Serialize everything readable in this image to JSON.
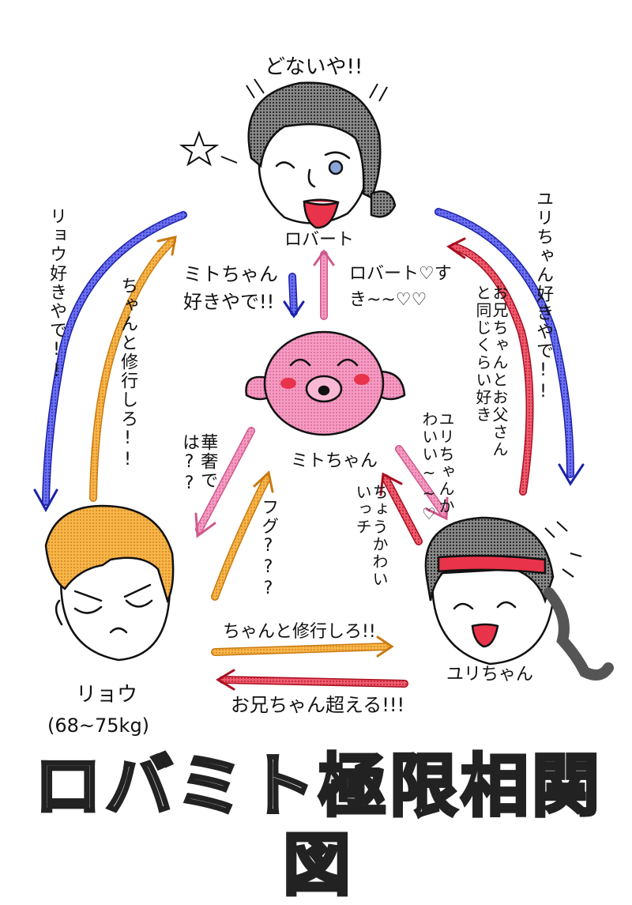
{
  "title": "ロバミト極限相関図",
  "characters": {
    "robert": {
      "name": "ロバート",
      "shout": "どないや!!"
    },
    "mito": {
      "name": "ミトちゃん"
    },
    "ryo": {
      "name": "リョウ",
      "weight": "(68~75kg)"
    },
    "yuri": {
      "name": "ユリちゃん"
    }
  },
  "relations": {
    "robert_to_mito": "ミトちゃん好きやで!!",
    "mito_to_robert": "ロバート♡すき~~♡♡",
    "robert_to_ryo": "リョウ好きやで!!",
    "ryo_to_robert": "ちゃんと修行しろ!!",
    "robert_to_yuri": "ユリちゃん好きやで!!",
    "yuri_to_robert": "お兄ちゃんとお父さんと同じくらい好き",
    "mito_to_ryo": "華奢では??",
    "ryo_to_mito": "フグ???",
    "mito_to_yuri": "ユリちゃんかわいい~~♡",
    "yuri_to_mito": "ちょうかわいいっチ",
    "ryo_to_yuri": "ちゃんと修行しろ!!",
    "yuri_to_ryo": "お兄ちゃん超える!!!"
  },
  "colors": {
    "blue": "#3a3fd0",
    "orange": "#f2a33a",
    "red": "#e8334a",
    "pink": "#f08cb4",
    "mito_body": "#f28cb8",
    "ryo_hair": "#f5a83a",
    "headband": "#e8334a"
  }
}
